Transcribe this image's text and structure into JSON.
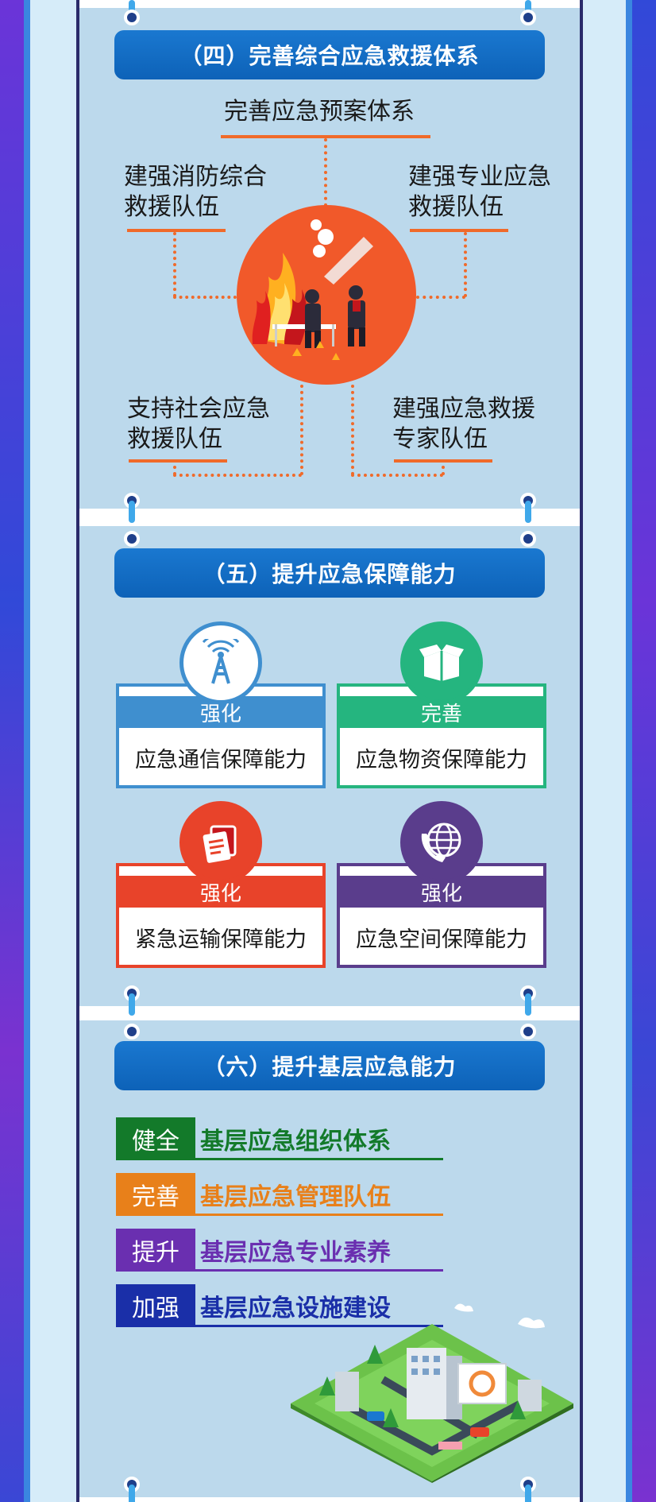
{
  "sections": {
    "four": {
      "title": "（四）完善综合应急救援体系",
      "top_item": "完善应急预案体系",
      "left_top": [
        "建强消防综合",
        "救援队伍"
      ],
      "right_top": [
        "建强专业应急",
        "救援队伍"
      ],
      "left_bottom": [
        "支持社会应急",
        "救援队伍"
      ],
      "right_bottom": [
        "建强应急救援",
        "专家队伍"
      ]
    },
    "five": {
      "title": "（五）提升应急保障能力",
      "cards": [
        {
          "verb": "强化",
          "text": "应急通信保障能力",
          "color": "#3f8fcf",
          "icon": "signal-tower-icon"
        },
        {
          "verb": "完善",
          "text": "应急物资保障能力",
          "color": "#25b57f",
          "icon": "supply-box-icon"
        },
        {
          "verb": "强化",
          "text": "紧急运输保障能力",
          "color": "#e8432a",
          "icon": "transport-document-icon"
        },
        {
          "verb": "强化",
          "text": "应急空间保障能力",
          "color": "#5a3d8c",
          "icon": "globe-phone-icon"
        }
      ]
    },
    "six": {
      "title": "（六）提升基层应急能力",
      "rows": [
        {
          "tag": "健全",
          "text": "基层应急组织体系",
          "color": "#137a2a"
        },
        {
          "tag": "完善",
          "text": "基层应急管理队伍",
          "color": "#e8801a"
        },
        {
          "tag": "提升",
          "text": "基层应急专业素养",
          "color": "#6a2fb0"
        },
        {
          "tag": "加强",
          "text": "基层应急设施建设",
          "color": "#1a2fa8"
        }
      ]
    }
  }
}
